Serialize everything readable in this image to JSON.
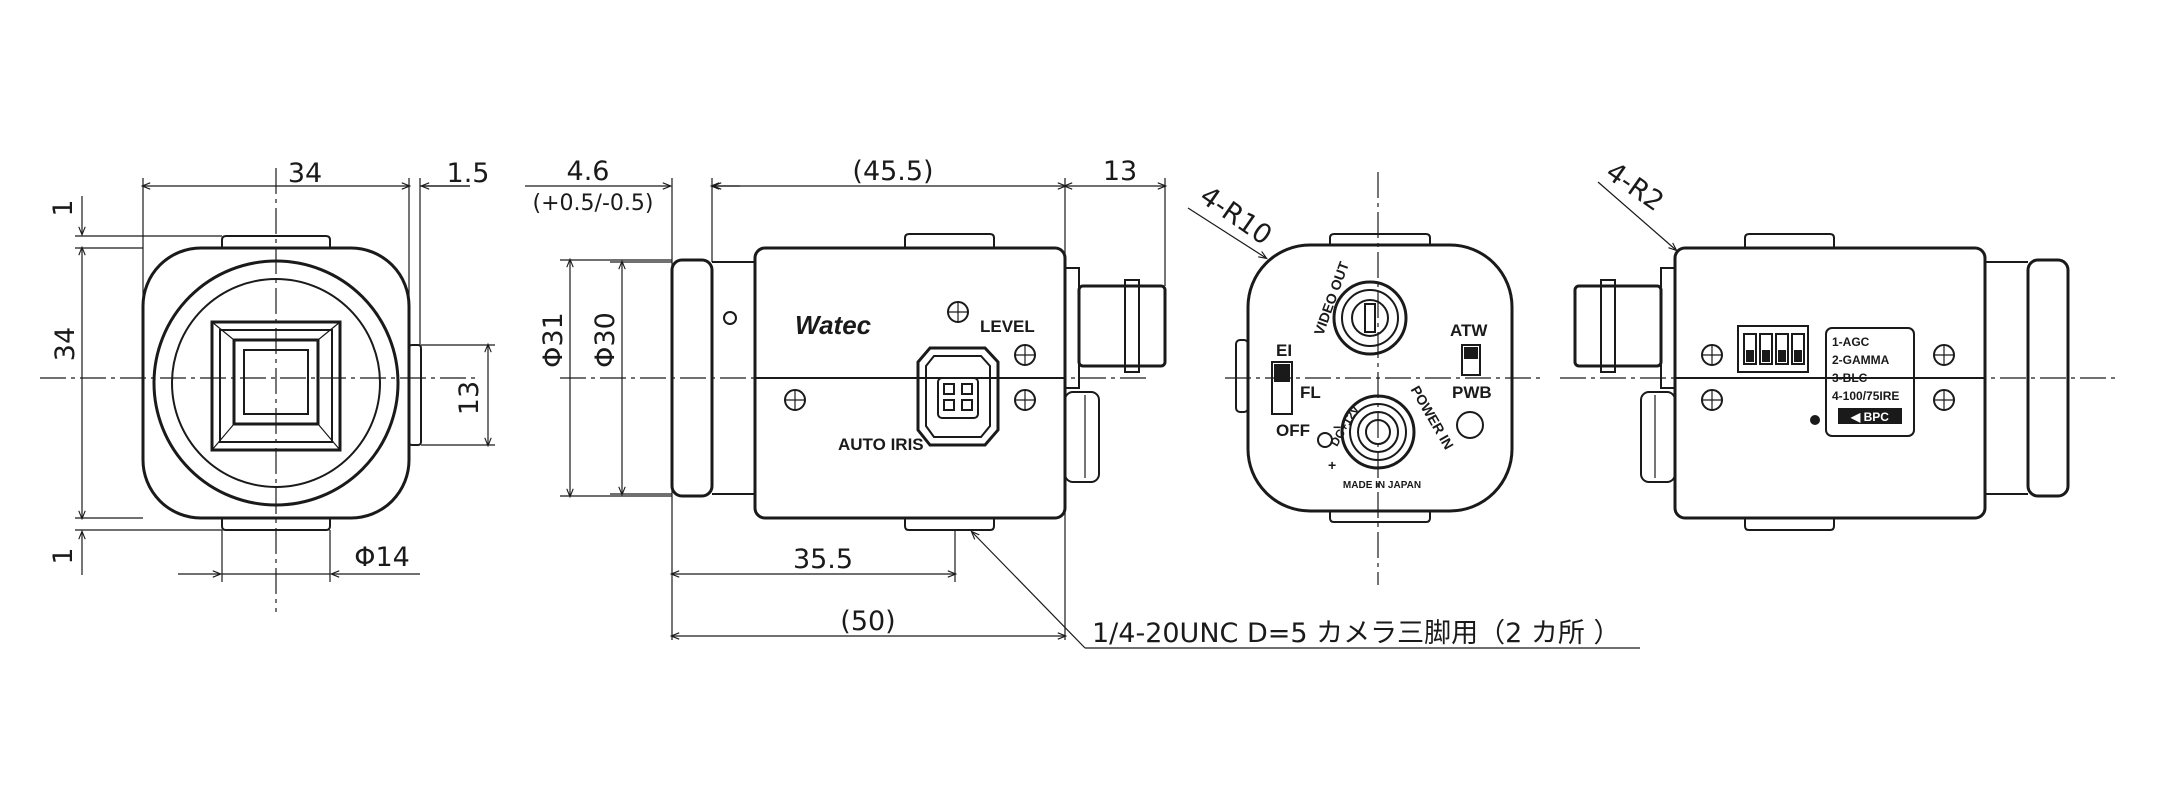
{
  "front_view": {
    "width": "34",
    "height": "34",
    "flange_offset": "1.5",
    "top_step": "1",
    "bottom_step": "1",
    "side_height": "13",
    "lens_dia": "Φ14"
  },
  "side_view": {
    "front_length": "4.6",
    "front_tolerance": "(+0.5/-0.5)",
    "body_length": "(45.5)",
    "connector_length": "13",
    "dia_outer": "Φ31",
    "dia_inner": "Φ30",
    "tripod_offset": "35.5",
    "overall_length": "(50)",
    "tripod_note": "1/4-20UNC D=5 カメラ三脚用（2 カ所 ）",
    "brand": "Watec",
    "level_label": "LEVEL",
    "auto_iris_label": "AUTO IRIS"
  },
  "rear_view": {
    "radius_note": "4-R10",
    "video_out": "VIDEO OUT",
    "power_in": "POWER IN",
    "dc_label": "DC+12v",
    "minus_label": "−",
    "plus_label": "+",
    "ei": "EI",
    "fl": "FL",
    "off": "OFF",
    "atw": "ATW",
    "pwb": "PWB",
    "made_in": "MADE IN JAPAN"
  },
  "bottom_view": {
    "radius_note": "4-R2",
    "dip_labels": [
      "1-AGC",
      "2-GAMMA",
      "3-BLC",
      "4-100/75IRE"
    ],
    "bpc_label": "◀ BPC"
  },
  "colors": {
    "line": "#1a1a1a",
    "background": "#ffffff"
  }
}
